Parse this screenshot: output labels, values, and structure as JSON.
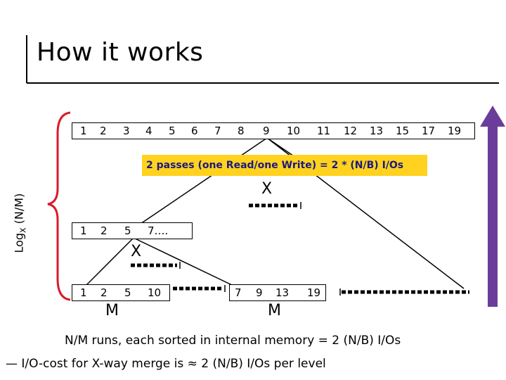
{
  "slide": {
    "title": "How it works",
    "top_row": [
      "1",
      "2",
      "3",
      "4",
      "5",
      "6",
      "7",
      "8",
      "9",
      "10",
      "11",
      "12",
      "13",
      "15",
      "17",
      "19"
    ],
    "banner": "2 passes (one Read/one Write) = 2 * (N/B) I/Os",
    "x_label": "X",
    "mid_row": [
      "1",
      "2",
      "5",
      "7…."
    ],
    "bottom_row_left": [
      "1",
      "2",
      "5",
      "10"
    ],
    "bottom_row_right": [
      "7",
      "9",
      "13",
      "19"
    ],
    "m_label": "M",
    "y_axis_label": "Log",
    "y_axis_sub": "X",
    "y_axis_rest": " (N/M)",
    "footer_line1": "N/M runs, each sorted in internal memory = 2 (N/B) I/Os",
    "footer_line2_dash": "—",
    "footer_line2_text": " I/O-cost for X-way merge is  ≈ 2 (N/B) I/Os per level",
    "colors": {
      "banner_bg": "#ffd21f",
      "banner_text": "#1a1a80",
      "arrow": "#6a3d9a"
    }
  }
}
